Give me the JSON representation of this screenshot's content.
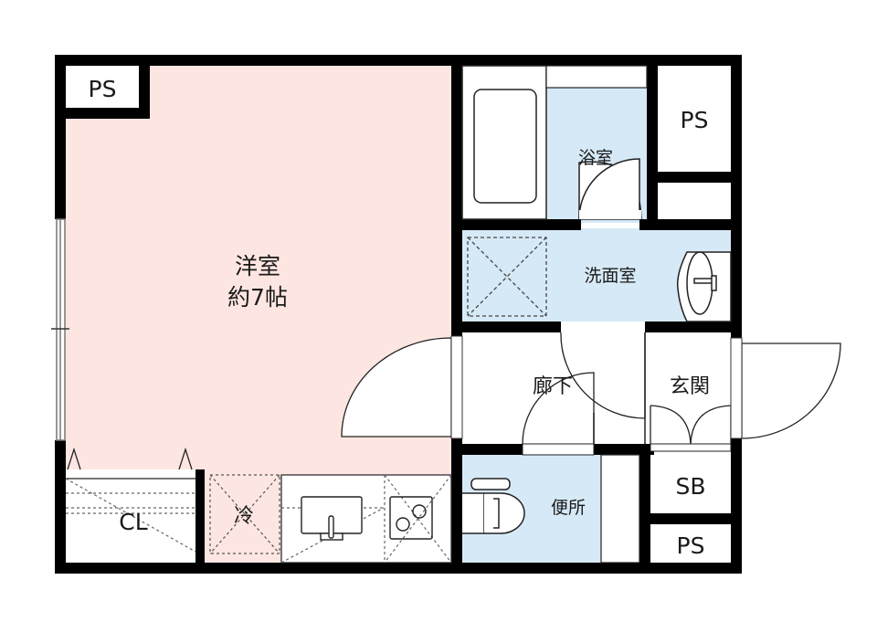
{
  "floorplan": {
    "colors": {
      "wall": "#000000",
      "living_room_fill": "#fde6e1",
      "wet_area_fill": "#d6e9f6",
      "background": "#ffffff",
      "line": "#222222",
      "dashed": "#666666"
    },
    "rooms": {
      "western_room": {
        "name": "洋室",
        "size": "約7帖"
      },
      "bathroom": {
        "name": "浴室"
      },
      "washroom": {
        "name": "洗面室"
      },
      "hallway": {
        "name": "廊下"
      },
      "entrance": {
        "name": "玄関"
      },
      "toilet": {
        "name": "便所"
      },
      "closet": {
        "name": "CL"
      },
      "refrigerator": {
        "name": "冷"
      },
      "shoe_box": {
        "name": "SB"
      },
      "pipe_spaces": [
        {
          "name": "PS"
        },
        {
          "name": "PS"
        },
        {
          "name": "PS"
        }
      ]
    }
  }
}
